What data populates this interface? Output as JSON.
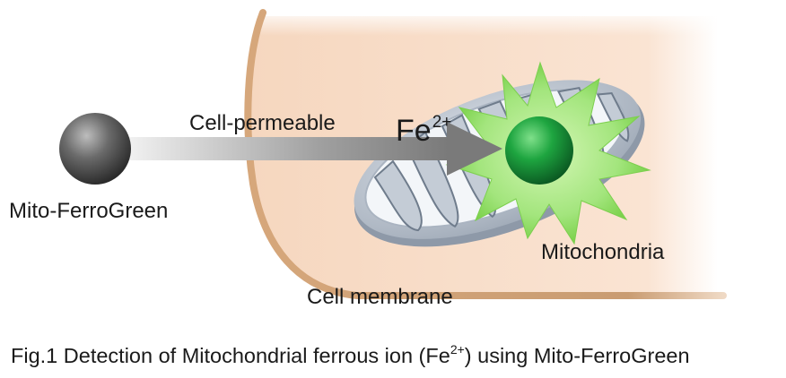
{
  "labels": {
    "cell_permeable": "Cell-permeable",
    "ion_symbol": "Fe",
    "ion_charge": "2+",
    "probe_name": "Mito-FerroGreen",
    "organelle": "Mitochondria",
    "membrane": "Cell membrane"
  },
  "caption": {
    "prefix": "Fig.1 Detection of Mitochondrial ferrous ion (Fe",
    "charge": "2+",
    "suffix": ") using Mito-FerroGreen"
  },
  "colors": {
    "cytoplasm": "#f8dcc6",
    "membrane": "#c89a70",
    "mito_outer": "#c7ced8",
    "mito_inner": "#f3f6f9",
    "cristae": "#7a8796",
    "probe_sphere": "#555555",
    "arrow": "#8a8a8a",
    "fluorescence_glow": "#8fd86a",
    "activated_probe": "#1a9a3a"
  }
}
